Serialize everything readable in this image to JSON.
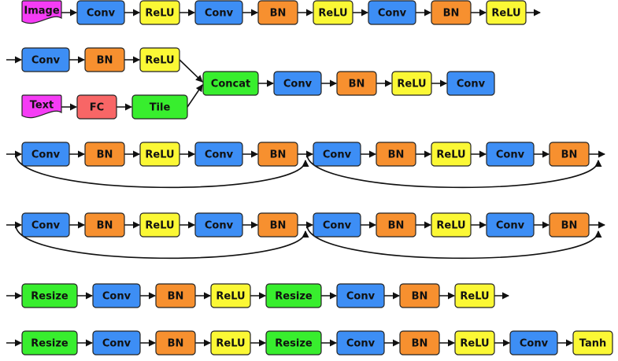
{
  "colors": {
    "Conv": "#3d8ef5",
    "BN": "#f7902f",
    "ReLU": "#fbf835",
    "Concat": "#38ee2e",
    "Resize": "#38ee2e",
    "Tile": "#38ee2e",
    "FC": "#f86666",
    "Tanh": "#fbf835",
    "input": "#f53cf5",
    "stroke": "#222222"
  },
  "rows": {
    "image_branch": [
      "Image",
      "Conv",
      "ReLU",
      "Conv",
      "BN",
      "ReLU",
      "Conv",
      "BN",
      "ReLU"
    ],
    "conv_branch": [
      "Conv",
      "BN",
      "ReLU"
    ],
    "text_branch": [
      "Text",
      "FC",
      "Tile"
    ],
    "merge": [
      "Concat",
      "Conv",
      "BN",
      "ReLU",
      "Conv"
    ],
    "residual_1a": [
      "Conv",
      "BN",
      "ReLU",
      "Conv",
      "BN"
    ],
    "residual_1b": [
      "Conv",
      "BN",
      "ReLU",
      "Conv",
      "BN"
    ],
    "residual_2a": [
      "Conv",
      "BN",
      "ReLU",
      "Conv",
      "BN"
    ],
    "residual_2b": [
      "Conv",
      "BN",
      "ReLU",
      "Conv",
      "BN"
    ],
    "upsample_1": [
      "Resize",
      "Conv",
      "BN",
      "ReLU",
      "Resize",
      "Conv",
      "BN",
      "ReLU"
    ],
    "upsample_2": [
      "Resize",
      "Conv",
      "BN",
      "ReLU",
      "Resize",
      "Conv",
      "BN",
      "ReLU",
      "Conv",
      "Tanh"
    ]
  }
}
